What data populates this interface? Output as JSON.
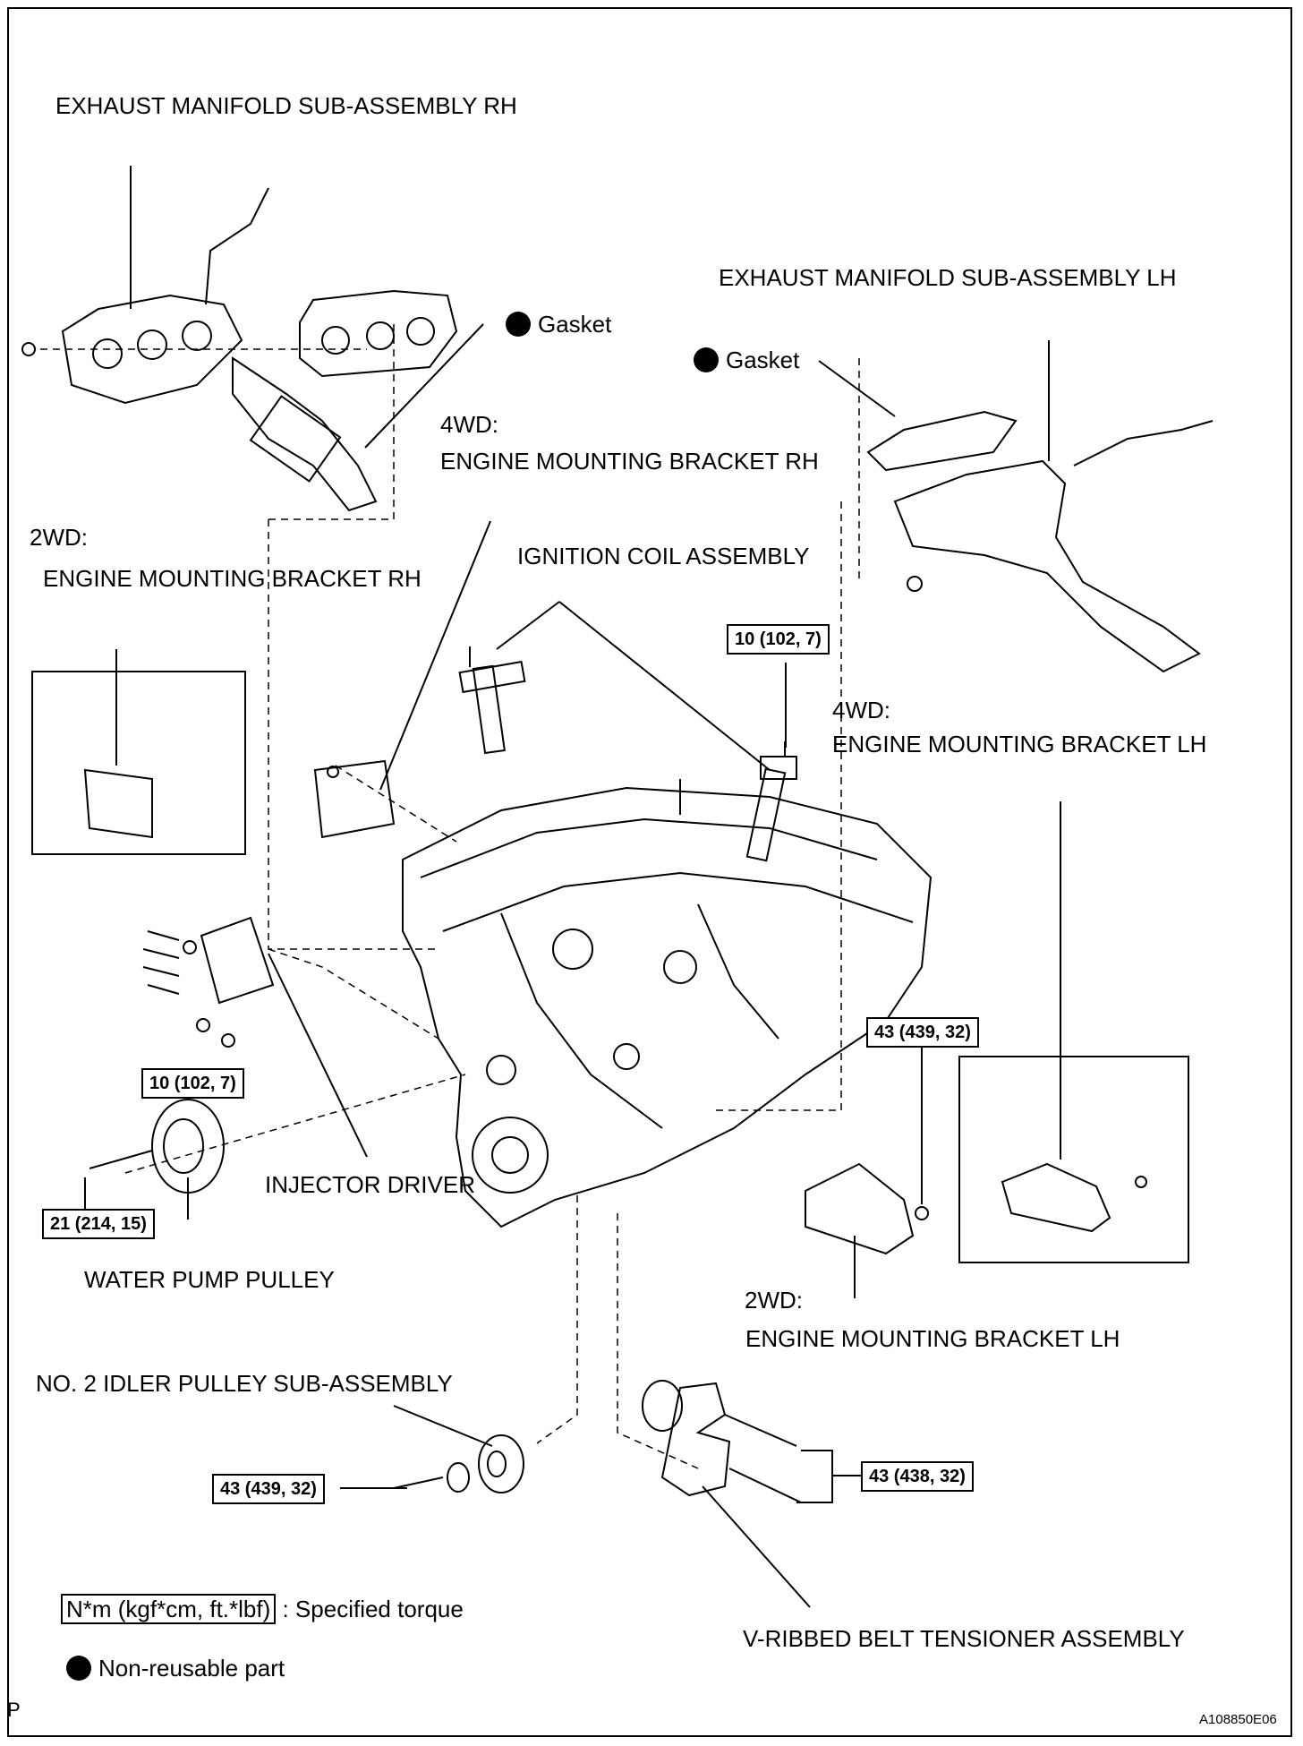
{
  "labels": {
    "exhaust_rh": "EXHAUST MANIFOLD SUB-ASSEMBLY RH",
    "exhaust_lh": "EXHAUST MANIFOLD SUB-ASSEMBLY LH",
    "gasket_rh": "Gasket",
    "gasket_lh": "Gasket",
    "fourwd": "4WD:",
    "bracket_rh_4wd": "ENGINE MOUNTING BRACKET RH",
    "twowd": "2WD:",
    "bracket_rh_2wd": "ENGINE MOUNTING BRACKET RH",
    "ignition_coil": "IGNITION COIL ASSEMBLY",
    "fourwd_lh": "4WD:",
    "bracket_lh_4wd": "ENGINE MOUNTING BRACKET LH",
    "injector_driver": "INJECTOR DRIVER",
    "water_pump": "WATER PUMP PULLEY",
    "twowd_lh": "2WD:",
    "bracket_lh_2wd": "ENGINE MOUNTING BRACKET LH",
    "idler_pulley": "NO. 2 IDLER PULLEY SUB-ASSEMBLY",
    "tensioner": "V-RIBBED BELT TENSIONER ASSEMBLY"
  },
  "torques": {
    "ignition": "10 (102, 7)",
    "injector": "10 (102, 7)",
    "water_pump": "21 (214, 15)",
    "bracket_lh": "43 (439, 32)",
    "idler": "43 (439, 32)",
    "tensioner": "43 (438, 32)"
  },
  "legend": {
    "torque_unit": "N*m (kgf*cm, ft.*lbf)",
    "torque_text": ": Specified torque",
    "nonreusable_text": "Non-reusable part"
  },
  "corner_letter": "P",
  "figure_code": "A108850E06"
}
